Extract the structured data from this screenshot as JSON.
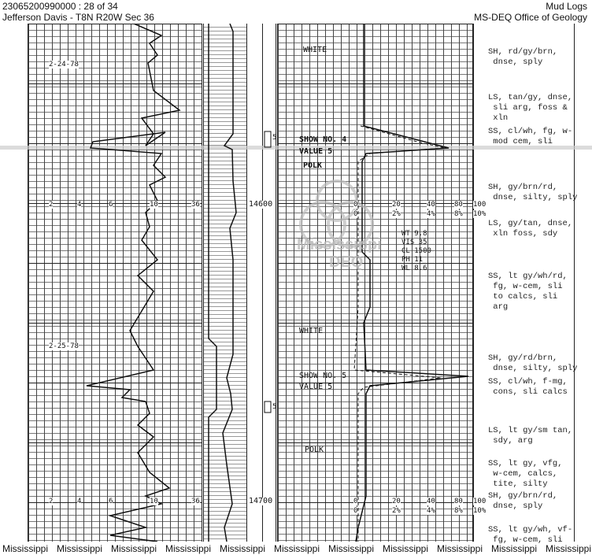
{
  "header": {
    "well_id": "23065200990000 : 28 of 34",
    "location": "Jefferson Davis - T8N R20W Sec 36",
    "doc_type": "Mud Logs",
    "agency": "MS-DEQ Office of Geology"
  },
  "left_track": {
    "dates": [
      "2-24-78",
      "2-25-78"
    ],
    "scale": [
      "2",
      "4",
      "6",
      "10",
      "36"
    ]
  },
  "depths": [
    "14600",
    "14700"
  ],
  "sample_markers": [
    "5",
    "5"
  ],
  "gas_track": {
    "upper": {
      "label1": "WHITE",
      "show": "SHOW NO. 4",
      "value": "VALUE 5",
      "label2": "POLK"
    },
    "lower": {
      "label1": "WHITE",
      "show": "SHOW NO. 5",
      "value": "VALUE 5",
      "label2": "POLK"
    },
    "scale_top": [
      "0",
      "20",
      "40",
      "80",
      "100"
    ],
    "scale_bottom": [
      "0",
      "2%",
      "4%",
      "8%",
      "10%"
    ],
    "mud": [
      "WT  9.8",
      "VIS 35",
      "CL  1500",
      "PH  11",
      "WL  8.6"
    ]
  },
  "watermark": {
    "line1": "Mississippi",
    "line2": "DEQ"
  },
  "descriptions": [
    "SH, rd/gy/brn,\n dnse, sply",
    "LS, tan/gy, dnse,\n sli arg, foss &\n xln",
    "SS, cl/wh, fg, w-\n mod cem, sli",
    "SH, gy/brn/rd,\n dnse, silty, sply",
    "LS, gy/tan, dnse,\n xln foss, sdy",
    "SS, lt gy/wh/rd,\n fg, w-cem, sli\n to calcs, sli\n arg",
    "SH, gy/rd/brn,\n dnse, silty, sply",
    "SS, cl/wh, f-mg,\n cons, sli calcs",
    "LS, lt gy/sm tan,\n sdy, arg",
    "SS, lt gy, vfg,\n w-cem, calcs,\n tite, silty",
    "SH, gy/brn/rd,\n dnse, sply",
    "SS, lt gy/wh, vf-\n fg, w-cem, sli"
  ],
  "footer": [
    "Mississippi",
    "Mississippi",
    "Mississippi",
    "Mississippi",
    "Mississippi",
    "Mississippi",
    "Mississippi",
    "Mississippi",
    "Mississippi",
    "Mississippi",
    "Mississippi"
  ]
}
